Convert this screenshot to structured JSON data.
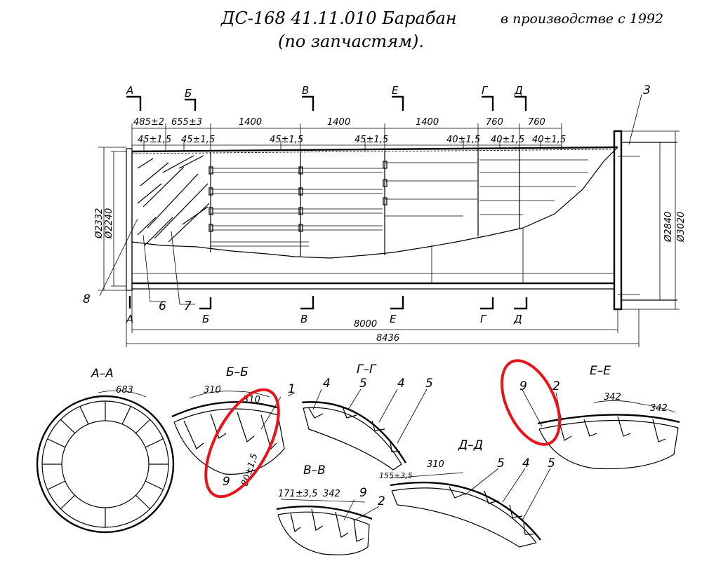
{
  "header": {
    "title": "ДС-168 41.11.010 Барабан",
    "subtitle": "(по запчастям).",
    "production": "в производстве с 1992"
  },
  "section_marks": {
    "A": "А",
    "B": "Б",
    "V": "В",
    "E": "Е",
    "G": "Г",
    "D": "Д"
  },
  "dims_top": [
    "485±2",
    "655±3",
    "1400",
    "1400",
    "1400",
    "760",
    "760"
  ],
  "dims_inner": [
    "45±1,5",
    "45±1,5",
    "45±1,5",
    "45±1,5",
    "40±1,5",
    "40±1,5",
    "40±1,5"
  ],
  "dims_dia": {
    "d2332": "Ø2332",
    "d2240": "Ø2240",
    "d2840": "Ø2840",
    "d3020": "Ø3020"
  },
  "dims_len": {
    "l8000": "8000",
    "l8436": "8436"
  },
  "callouts": {
    "c1": "1",
    "c2": "2",
    "c3": "3",
    "c4": "4",
    "c5": "5",
    "c6": "6",
    "c7": "7",
    "c8": "8",
    "c9": "9"
  },
  "sections": {
    "aa": "А–А",
    "bb": "Б–Б",
    "gg": "Г–Г",
    "vv": "В–В",
    "dd": "Д–Д",
    "ee": "Е–Е"
  },
  "section_dims": {
    "a683": "683",
    "b310a": "310",
    "b310b": "310",
    "b80": "80±1,5",
    "v171": "171±3,5",
    "v342": "342",
    "d155": "155±3,5",
    "d310": "310",
    "e342a": "342",
    "e342b": "342"
  },
  "colors": {
    "highlight": "#e8141b",
    "line": "#000000"
  }
}
